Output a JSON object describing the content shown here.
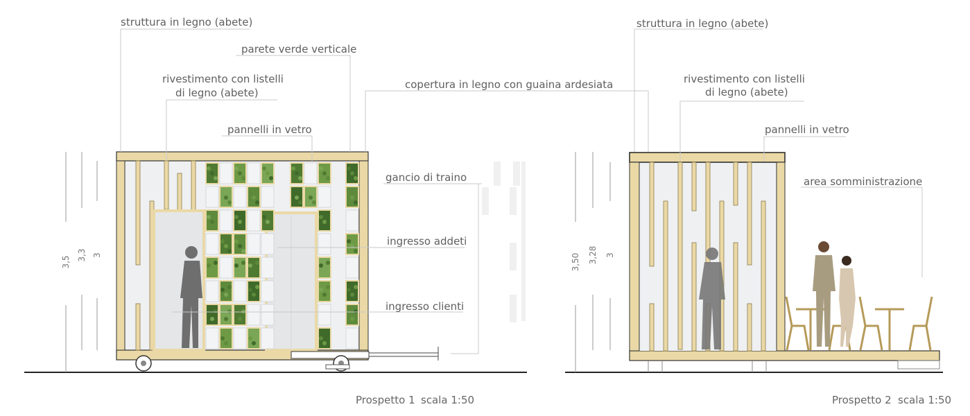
{
  "colors": {
    "wood": "#ead9a6",
    "wood_dark": "#c9b274",
    "glass": "#eef0f2",
    "greenery": "#4f7a32",
    "silhouette": "#6e6e6e",
    "leader": "#c9c9c9"
  },
  "elevation1": {
    "labels": {
      "struttura": "struttura in legno (abete)",
      "parete_verde": "parete verde verticale",
      "rivestimento_1": "rivestimento con listelli",
      "rivestimento_2": "di legno (abete)",
      "pannelli": "pannelli in vetro",
      "copertura": "copertura in legno con guaina ardesiata",
      "gancio": "gancio di traino",
      "addetti": "ingresso addeti",
      "clienti": "ingresso clienti"
    },
    "dimensions": [
      "3,5",
      "3,3",
      "3"
    ],
    "caption_name": "Prospetto 1",
    "caption_scale": "scala 1:50"
  },
  "elevation2": {
    "labels": {
      "struttura": "struttura in legno (abete)",
      "rivestimento_1": "rivestimento con listelli",
      "rivestimento_2": "di legno (abete)",
      "pannelli": "pannelli in vetro",
      "area": "area somministrazione"
    },
    "dimensions": [
      "3,50",
      "3,28",
      "3"
    ],
    "caption_name": "Prospetto 2",
    "caption_scale": "scala 1:50"
  }
}
